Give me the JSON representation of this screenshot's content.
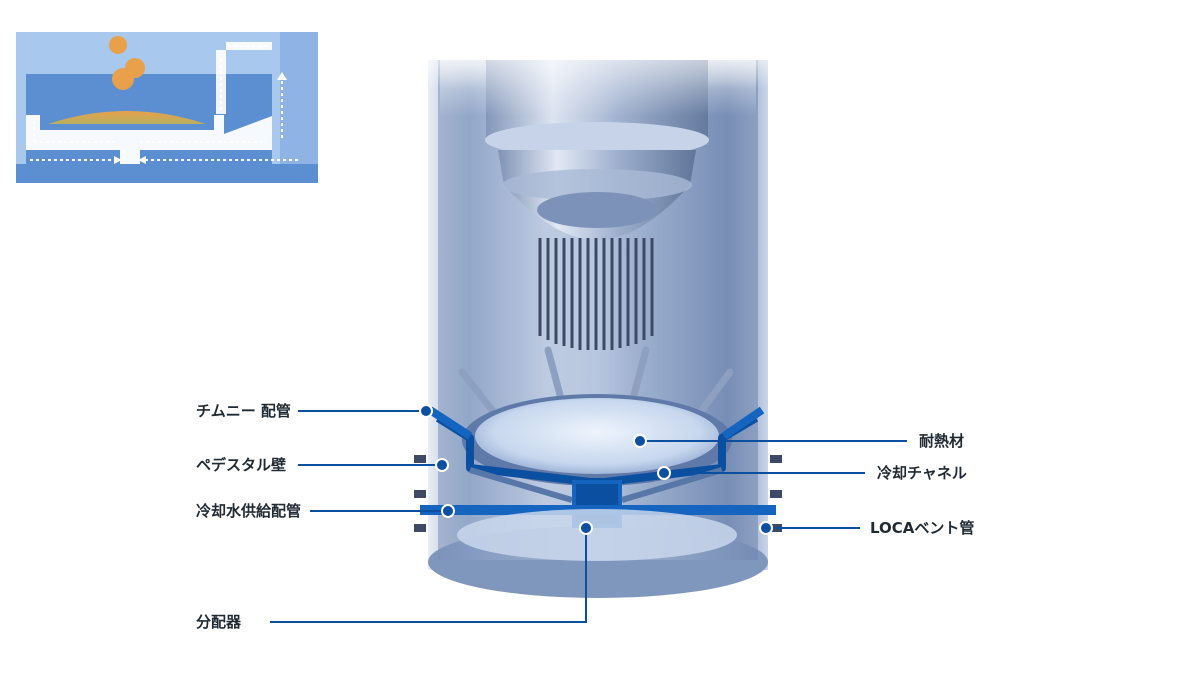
{
  "diagram": {
    "labels_left": [
      {
        "id": "chimney",
        "text": "チムニー 配管"
      },
      {
        "id": "pedestal",
        "text": "ペデスタル壁"
      },
      {
        "id": "supply",
        "text": "冷却水供給配管"
      },
      {
        "id": "distributor",
        "text": "分配器"
      }
    ],
    "labels_right": [
      {
        "id": "refractory",
        "text": "耐熱材"
      },
      {
        "id": "channel",
        "text": "冷却チャネル"
      },
      {
        "id": "loca",
        "text": "LOCAベント管"
      }
    ]
  },
  "colors": {
    "accent_blue": "#0a4fa0",
    "pipe_blue": "#1565c0",
    "inset_bg": "#5b8fd1",
    "inset_light": "#a9c8ee",
    "debris_orange": "#e8a04a",
    "label_text": "#1f2a33"
  },
  "icons": [
    "leader-dot"
  ]
}
